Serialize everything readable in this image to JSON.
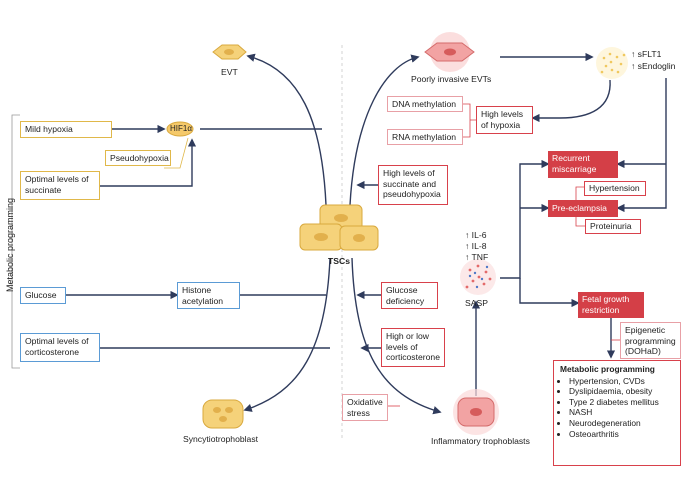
{
  "side_label": "Metabolic programming",
  "cells": {
    "evt": "EVT",
    "poorly_invasive": "Poorly invasive EVTs",
    "tscs": "TSCs",
    "syncytiotrophoblast": "Syncytiotrophoblast",
    "inflammatory": "Inflammatory trophoblasts",
    "sasp": "SASP",
    "hif": "HIF1α"
  },
  "secreted": {
    "sflt1": "↑ sFLT1",
    "sendoglin": "↑ sEndoglin"
  },
  "cytokines": {
    "il6": "↑ IL-6",
    "il8": "↑ IL-8",
    "tnf": "↑ TNF"
  },
  "boxes": {
    "mild_hypoxia": "Mild hypoxia",
    "pseudohypoxia": "Pseudohypoxia",
    "optimal_succinate": "Optimal levels of succinate",
    "glucose": "Glucose",
    "histone": "Histone acetylation",
    "optimal_corticosterone": "Optimal levels of corticosterone",
    "dna_methylation": "DNA methylation",
    "rna_methylation": "RNA methylation",
    "high_hypoxia": "High levels of hypoxia",
    "high_succinate": "High levels of succinate and pseudohypoxia",
    "glucose_deficiency": "Glucose deficiency",
    "high_low_corticosterone": "High or low levels of corticosterone",
    "oxidative_stress": "Oxidative stress",
    "recurrent_miscarriage": "Recurrent miscarriage",
    "hypertension": "Hypertension",
    "pre_eclampsia": "Pre-eclampsia",
    "proteinuria": "Proteinuria",
    "fetal_growth": "Fetal growth restriction",
    "epigenetic": "Epigenetic programming (DOHaD)"
  },
  "outcomes": {
    "title": "Metabolic programming",
    "items": [
      "Hypertension, CVDs",
      "Dyslipidaemia, obesity",
      "Type 2 diabetes mellitus",
      "NASH",
      "Neurodegeneration",
      "Osteoarthritis"
    ]
  },
  "colors": {
    "arrow": "#2f3b5c",
    "red_accent": "#d43f47",
    "yellow_border": "#e0b84a",
    "blue_border": "#5b9bd5",
    "cell_yellow": "#f5d27a",
    "cell_red": "#f2a3a3"
  }
}
